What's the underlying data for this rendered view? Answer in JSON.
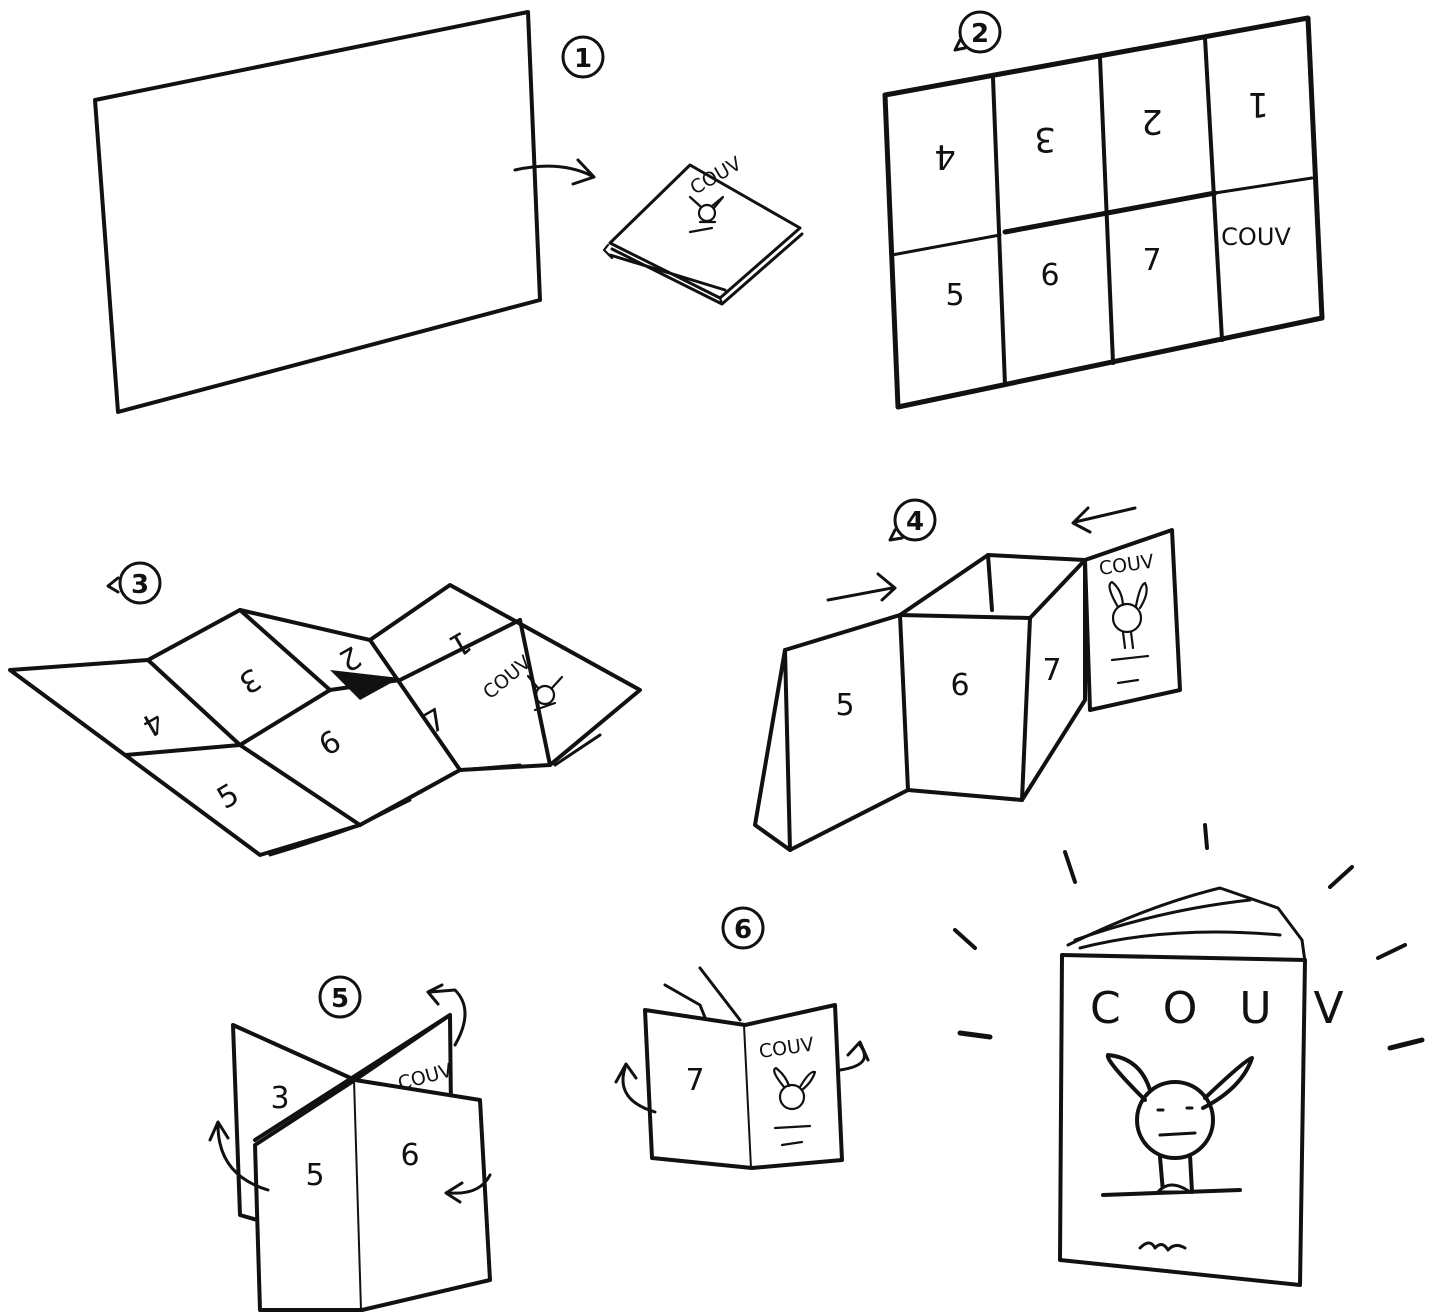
{
  "steps": [
    {
      "number": "1"
    },
    {
      "number": "2"
    },
    {
      "number": "3"
    },
    {
      "number": "4"
    },
    {
      "number": "5"
    },
    {
      "number": "6"
    }
  ],
  "grid_pages": {
    "top": [
      "4",
      "3",
      "2",
      "1"
    ],
    "bottom": [
      "5",
      "6",
      "7",
      "COUV"
    ]
  },
  "labels": {
    "cover": "COUV",
    "cover_big": "C O U V",
    "p1": "1",
    "p2": "2",
    "p3": "3",
    "p4": "4",
    "p5": "5",
    "p6": "6",
    "p7": "7"
  },
  "icons": [
    "bunny-icon",
    "arrow-icon",
    "circled-number-icon",
    "burst-lines-icon"
  ]
}
